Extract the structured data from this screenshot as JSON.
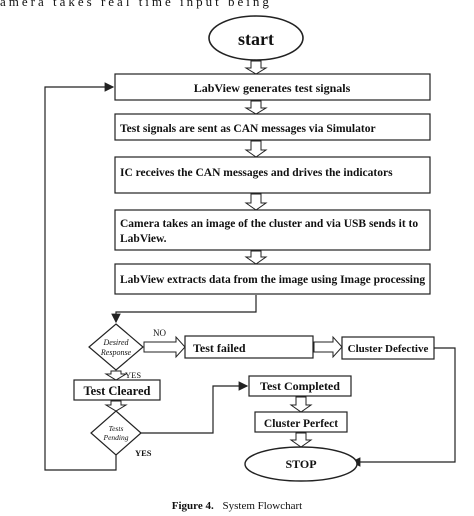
{
  "top_text": "amera takes real time input being",
  "caption": {
    "label": "Figure 4.",
    "text": "System Flowchart"
  },
  "nodes": {
    "start": "start",
    "generate": "LabView generates test signals",
    "send": "Test signals are sent as CAN messages via Simulator",
    "ic": "IC receives the CAN messages and drives the indicators",
    "camera_line1": "Camera takes an image of the cluster and via USB sends it to",
    "camera_line2": "LabView.",
    "extract": "LabView extracts data from the image using Image processing",
    "desired_line1": "Desired",
    "desired_line2": "Response",
    "test_failed": "Test failed",
    "cluster_defective": "Cluster Defective",
    "test_cleared": "Test Cleared",
    "tests_line1": "Tests",
    "tests_line2": "Pending",
    "test_completed": "Test Completed",
    "cluster_perfect": "Cluster Perfect",
    "stop": "STOP"
  },
  "edge_labels": {
    "no": "NO",
    "yes_desired": "YES",
    "yes_tests": "YES"
  },
  "colors": {
    "stroke": "#222222",
    "fill": "#ffffff",
    "text": "#111111"
  }
}
